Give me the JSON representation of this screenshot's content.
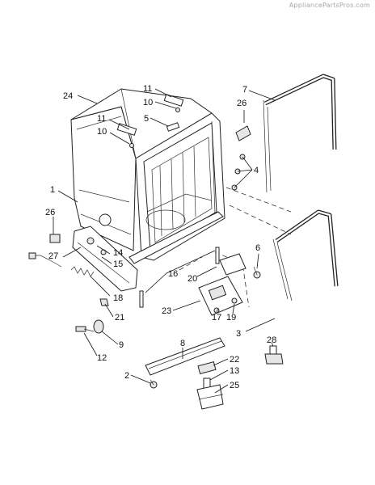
{
  "watermark": "AppliancePartsPros.com",
  "callouts": {
    "c24": "24",
    "c11a": "11",
    "c10a": "10",
    "c7": "7",
    "c26a": "26",
    "c11b": "11",
    "c5": "5",
    "c10b": "10",
    "c4": "4",
    "c1": "1",
    "c26b": "26",
    "c6": "6",
    "c27": "27",
    "c14": "14",
    "c15": "15",
    "c16": "16",
    "c20": "20",
    "c18": "18",
    "c17": "17",
    "c19": "19",
    "c23": "23",
    "c21": "21",
    "c3": "3",
    "c9": "9",
    "c12": "12",
    "c8": "8",
    "c28": "28",
    "c22": "22",
    "c2": "2",
    "c13": "13",
    "c25": "25"
  }
}
